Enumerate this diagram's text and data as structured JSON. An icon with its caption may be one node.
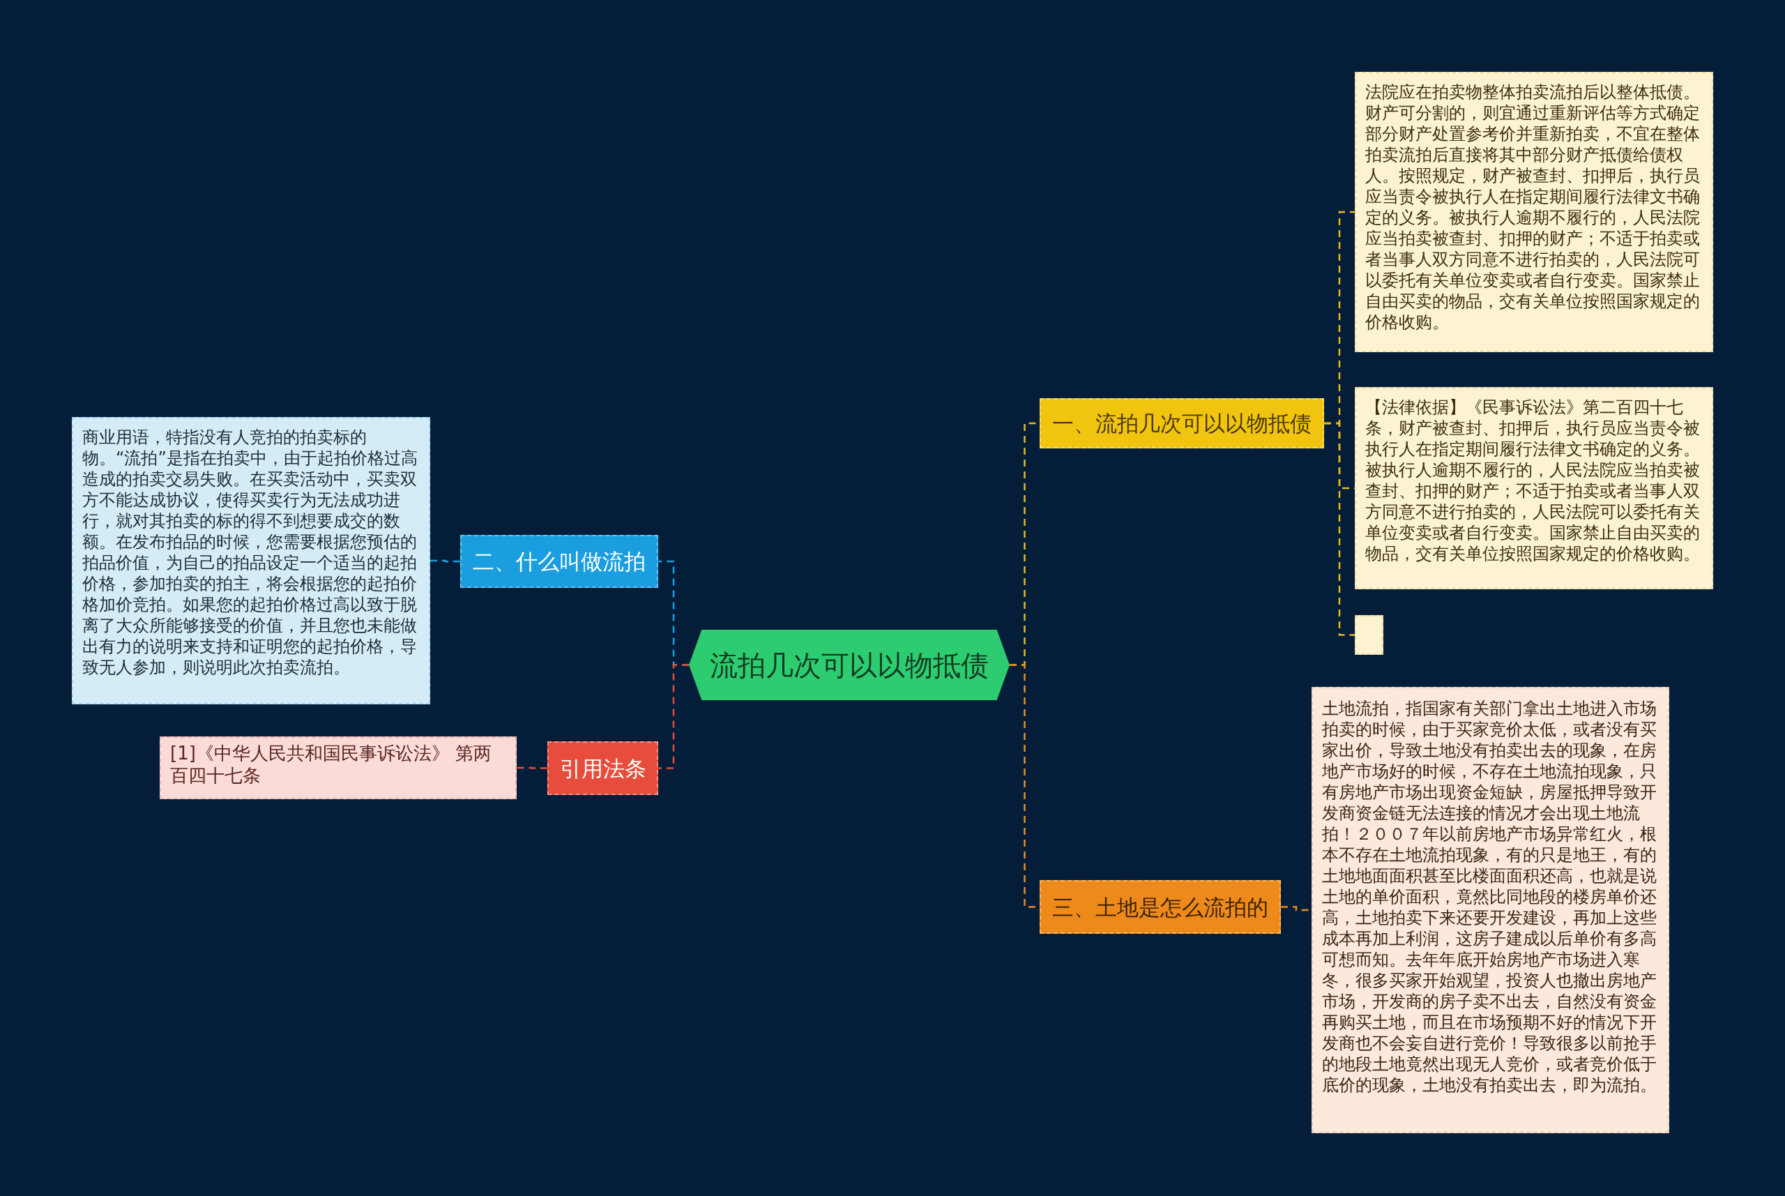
{
  "diagram": {
    "nodes": [
      {
        "text": [
          "流拍几次可以以物抵债"
        ]
      },
      {
        "text": [
          "一、流拍几次可以以物抵债"
        ]
      },
      {
        "text": [
          "法院应在拍卖物整体拍卖流拍后以整体抵债。财产可分割的，则宜通过重新评估等方式确定部分财产处置参考价并重新拍卖，不宜在整体拍卖流拍后直接将其中部分财产抵债给债权人。按照规定，财产被查封、扣押后，执行员应当责令被执行人在指定期间履行法律文书确定的义务。被执行人逾期不履行的，人民法院应当拍卖被查封、扣押的财产；不适于拍卖或者当事人双方同意不进行拍卖的，人民法院可以委托有关单位变卖或者自行变卖。国家禁止自由买卖的物品，交有关单位按照国家规定的价格收购。"
        ]
      },
      {
        "text": [
          "【法律依据】《民事诉讼法》第二百四十七条，财产被查封、扣押后，执行员应当责令被执行人在指定期间履行法律文书确定的义务。被执行人逾期不履行的，人民法院应当拍卖被查封、扣押的财产；不适于拍卖或者当事人双方同意不进行拍卖的，人民法院可以委托有关单位变卖或者自行变卖。国家禁止自由买卖的物品，交有关单位按照国家规定的价格收购。"
        ]
      },
      {
        "text": [],
        "shape": "box"
      },
      {
        "text": [
          "二、什么叫做流拍"
        ]
      },
      {
        "text": [
          "商业用语，特指没有人竞拍的拍卖标的物。“流拍”是指在拍卖中，由于起拍价格过高造成的拍卖交易失败。在买卖活动中，买卖双方不能达成协议，使得买卖行为无法成功进行，就对其拍卖的标的得不到想要成交的数额。在发布拍品的时候，您需要根据您预估的拍品价值，为自己的拍品设定一个适当的起拍价格，参加拍卖的拍主，将会根据您的起拍价格加价竞拍。如果您的起拍价格过高以致于脱离了大众所能够接受的价值，并且您也未能做出有力的说明来支持和证明您的起拍价格，导致无人参加，则说明此次拍卖流拍。"
        ]
      },
      {
        "text": [
          "引用法条"
        ]
      },
      {
        "text": [
          "[1]《中华人民共和国民事诉讼法》 第两百四十七条"
        ]
      },
      {
        "text": [
          "三、土地是怎么流拍的"
        ]
      },
      {
        "text": [
          "土地流拍，指国家有关部门拿出土地进入市场拍卖的时候，由于买家竞价太低，或者没有买家出价，导致土地没有拍卖出去的现象，在房地产市场好的时候，不存在土地流拍现象，只有房地产市场出现资金短缺，房屋抵押导致开发商资金链无法连接的情况才会出现土地流拍！２００７年以前房地产市场异常红火，根本不存在土地流拍现象，有的只是地王，有的土地地面面积甚至比楼面面积还高，也就是说土地的单价面积，竟然比同地段的楼房单价还高，土地拍卖下来还要开发建设，再加上这些成本再加上利润，这房子建成以后单价有多高可想而知。去年年底开始房地产市场进入寒冬，很多买家开始观望，投资人也撤出房地产市场，开发商的房子卖不出去，自然没有资金再购买土地，而且在市场预期不好的情况下开发商也不会妄自进行竞价！导致很多以前抢手的地段土地竟然出现无人竞价，或者竞价低于底价的现象，土地没有拍卖出去，即为流拍。"
        ]
      }
    ],
    "edges": [
      {
        "from": 0,
        "to": 1,
        "arrow": "none",
        "style": "dashed"
      },
      {
        "from": 1,
        "to": 2,
        "arrow": "none",
        "style": "dashed"
      },
      {
        "from": 1,
        "to": 3,
        "arrow": "none",
        "style": "dashed"
      },
      {
        "from": 1,
        "to": 4,
        "arrow": "none",
        "style": "dashed"
      },
      {
        "from": 0,
        "to": 5,
        "arrow": "none",
        "style": "dashed",
        "color": "#1a9ee0"
      },
      {
        "from": 5,
        "to": 6,
        "arrow": "none",
        "style": "dashed",
        "color": "#1a9ee0"
      },
      {
        "from": 0,
        "to": 7,
        "arrow": "none",
        "style": "dashed",
        "color": "#e74c3c"
      },
      {
        "from": 7,
        "to": 8,
        "arrow": "none",
        "style": "dashed",
        "color": "#e74c3c"
      },
      {
        "from": 0,
        "to": 9,
        "arrow": "none",
        "style": "dashed",
        "color": "#ee8a1c"
      },
      {
        "from": 9,
        "to": 10,
        "arrow": "none",
        "style": "dashed",
        "color": "#ee8a1c"
      }
    ]
  }
}
